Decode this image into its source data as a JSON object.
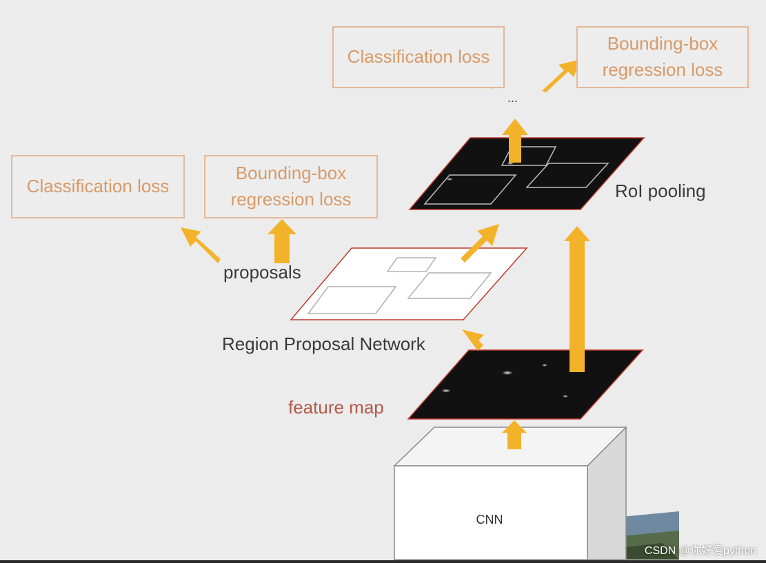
{
  "colors": {
    "arrow": "#f2b32a",
    "loss_text": "#d99a67",
    "loss_border": "#e5b89a",
    "feature_map_label": "#b35a48",
    "plane_dark": "#111111",
    "plane_outline": "#c0392b"
  },
  "top_losses": {
    "classification": "Classification loss",
    "bbox": "Bounding-box regression loss"
  },
  "rpn_losses": {
    "classification": "Classification loss",
    "bbox": "Bounding-box regression loss"
  },
  "labels": {
    "ellipsis": "...",
    "roi_pooling": "RoI pooling",
    "proposals": "proposals",
    "rpn": "Region Proposal Network",
    "feature_map": "feature map",
    "cnn": "CNN"
  },
  "watermark": "CSDN @你好爱python"
}
